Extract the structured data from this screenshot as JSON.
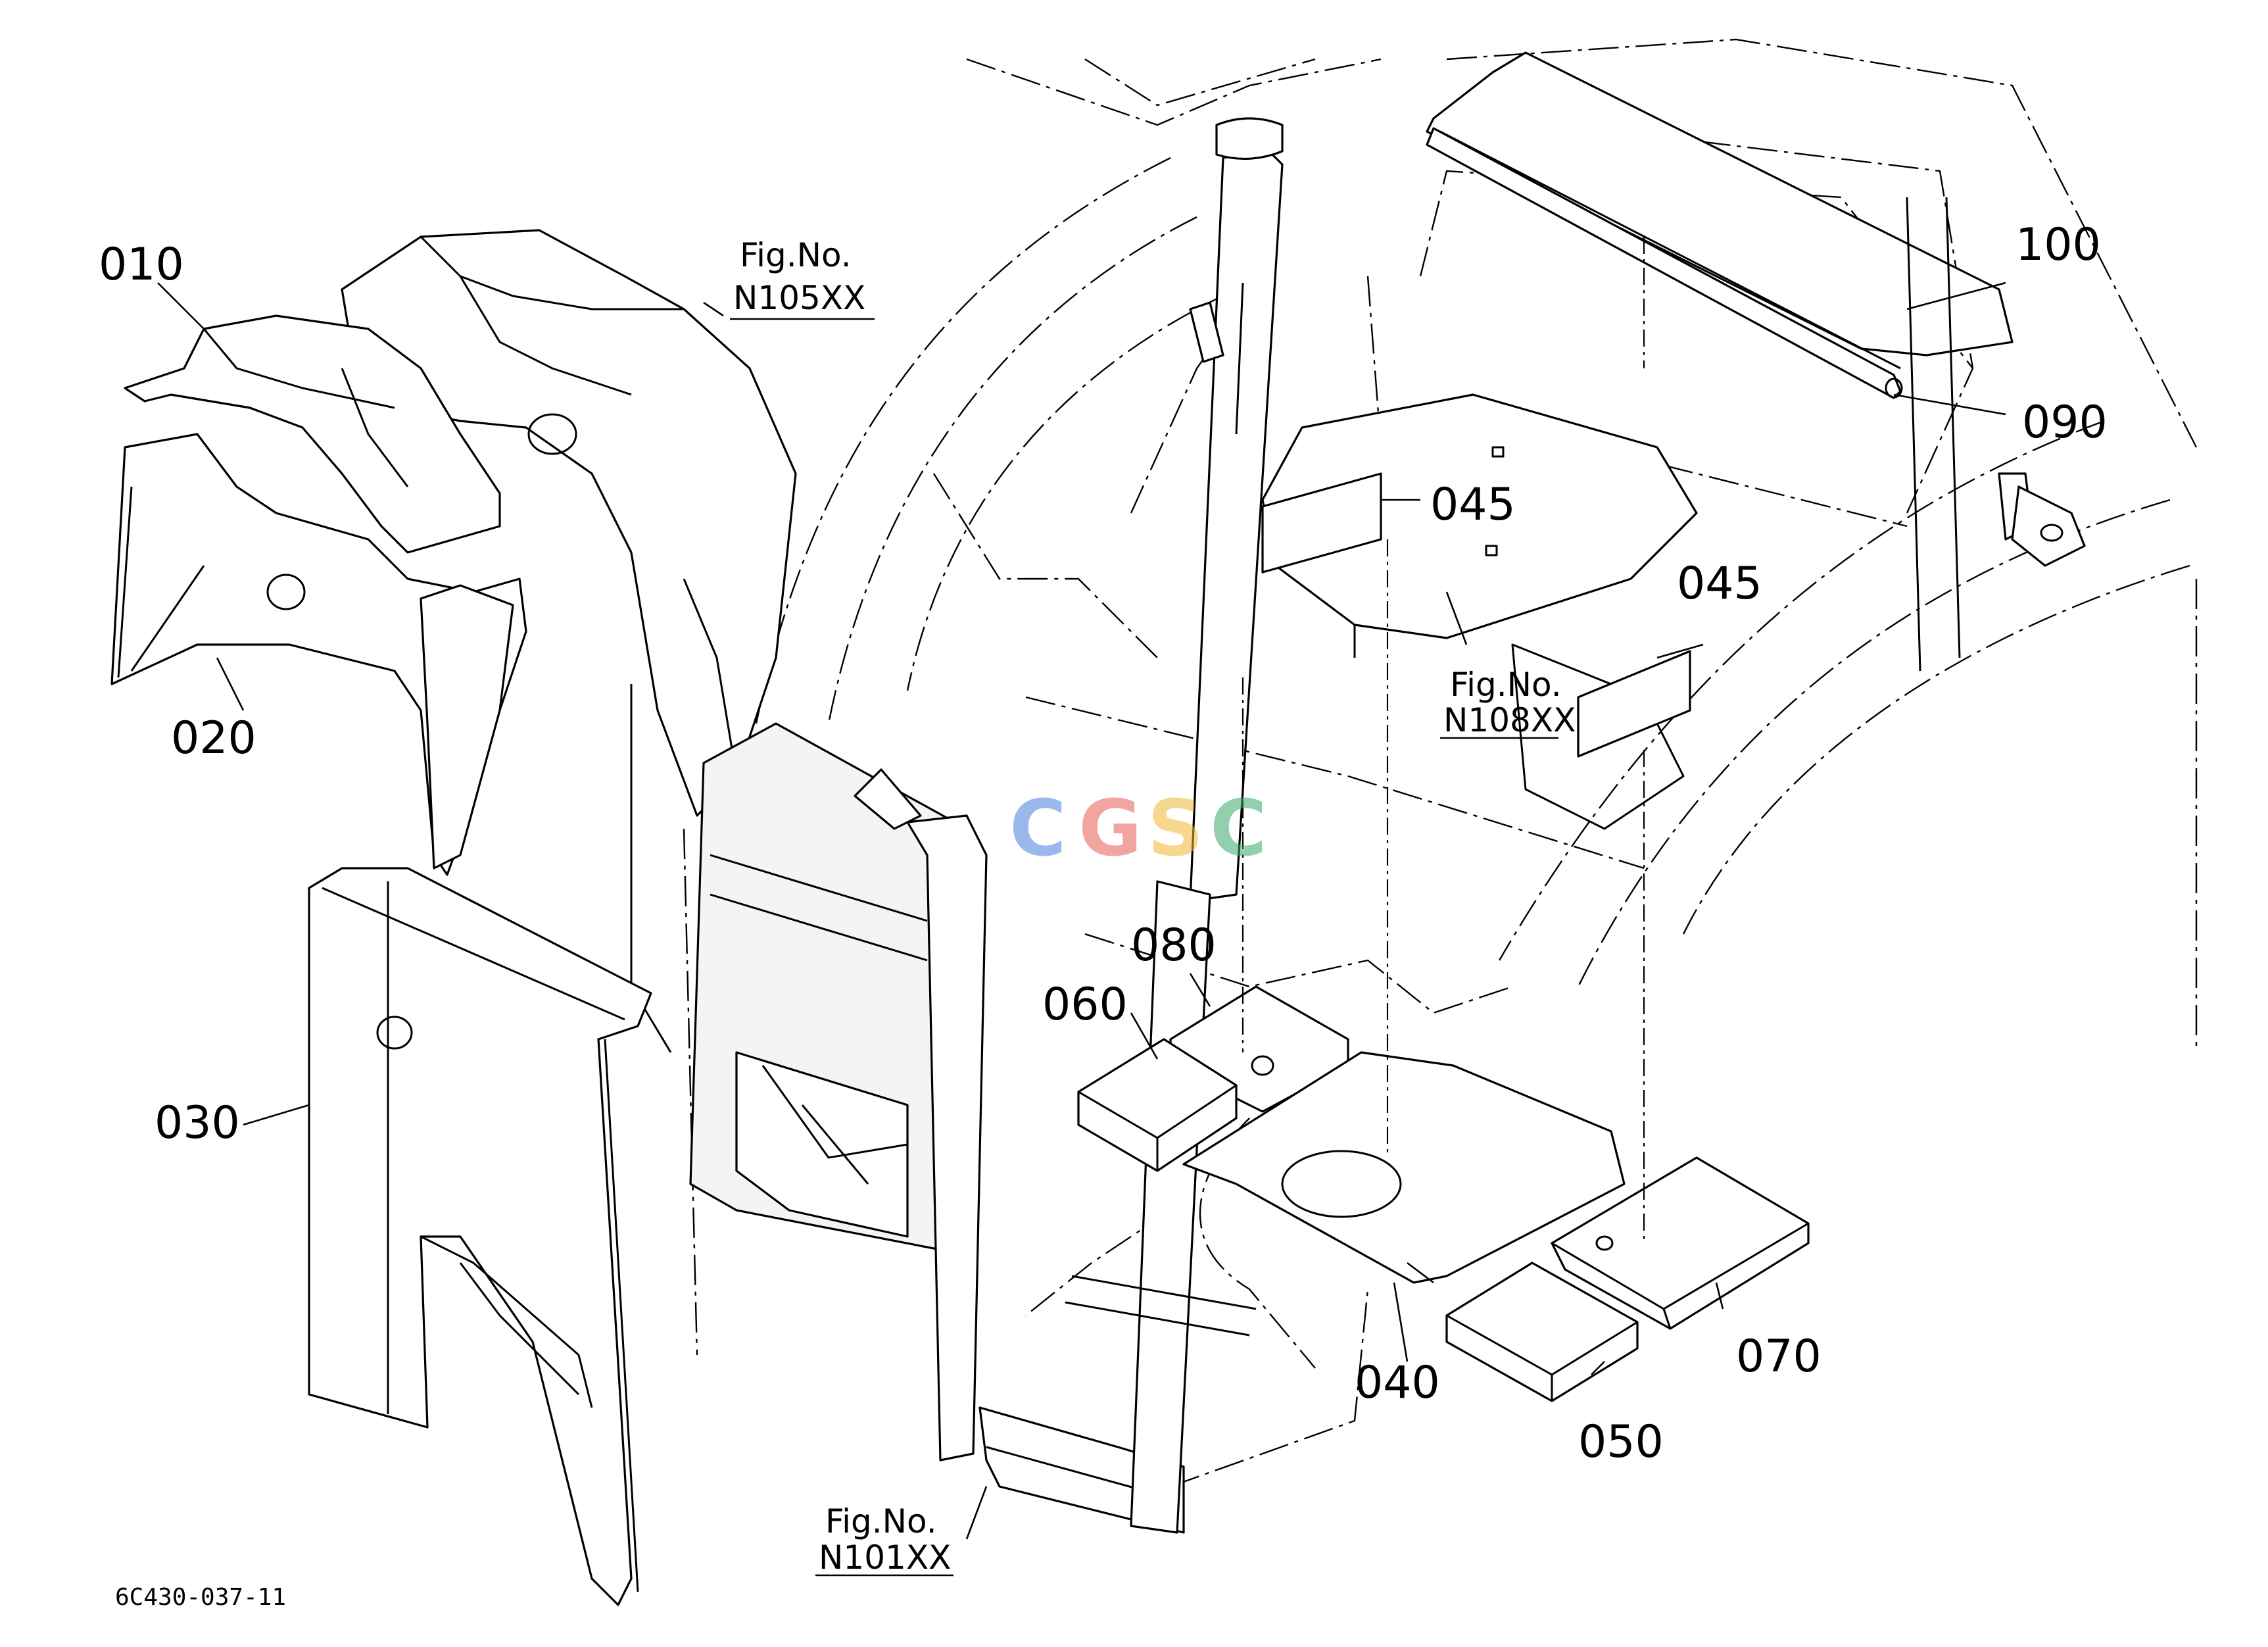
{
  "drawing_code": "6C430-037-11",
  "watermark": {
    "letters": [
      "C",
      "G",
      "S",
      "C"
    ],
    "colors": [
      "#4a7fe0",
      "#e85a4f",
      "#f2b532",
      "#3aaa6b"
    ]
  },
  "part_labels": {
    "p010": "010",
    "p020": "020",
    "p030": "030",
    "p040": "040",
    "p045a": "045",
    "p045b": "045",
    "p050": "050",
    "p060": "060",
    "p070": "070",
    "p080": "080",
    "p090": "090",
    "p100": "100"
  },
  "figure_refs": {
    "n105": {
      "line1": "Fig.No.",
      "line2": "N105XX"
    },
    "n108": {
      "line1": "Fig.No.",
      "line2": "N108XX"
    },
    "n101": {
      "line1": "Fig.No.",
      "line2": "N101XX"
    }
  }
}
